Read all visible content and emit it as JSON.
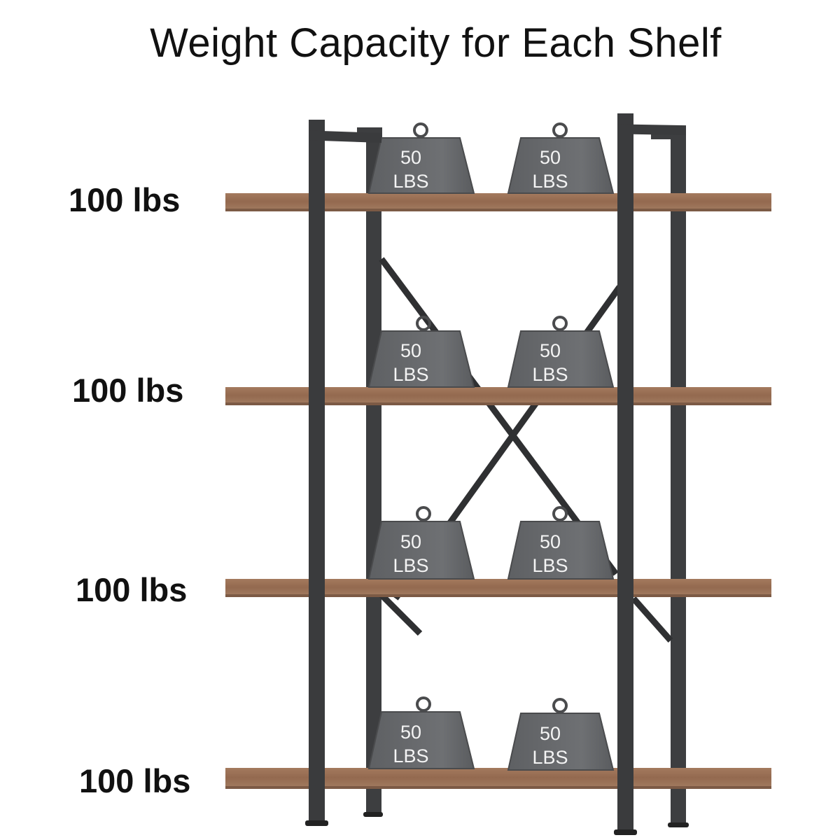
{
  "title": "Weight Capacity for Each Shelf",
  "shelves": [
    {
      "capacity": "100 lbs",
      "weights": [
        {
          "value": "50",
          "unit": "LBS"
        },
        {
          "value": "50",
          "unit": "LBS"
        }
      ]
    },
    {
      "capacity": "100 lbs",
      "weights": [
        {
          "value": "50",
          "unit": "LBS"
        },
        {
          "value": "50",
          "unit": "LBS"
        }
      ]
    },
    {
      "capacity": "100 lbs",
      "weights": [
        {
          "value": "50",
          "unit": "LBS"
        },
        {
          "value": "50",
          "unit": "LBS"
        }
      ]
    },
    {
      "capacity": "100 lbs",
      "weights": [
        {
          "value": "50",
          "unit": "LBS"
        },
        {
          "value": "50",
          "unit": "LBS"
        }
      ]
    }
  ],
  "colors": {
    "frame": "#3a3b3d",
    "wood": "#9a6f55",
    "weight": "#6b6d70",
    "text": "#111111"
  }
}
